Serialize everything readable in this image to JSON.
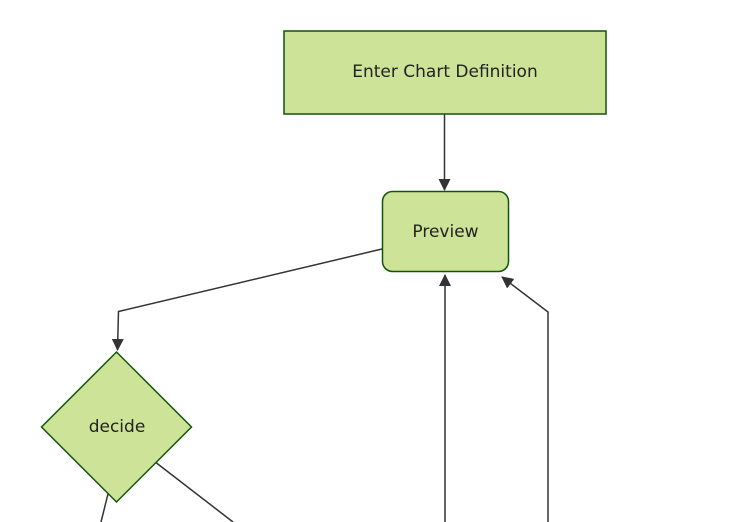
{
  "diagram": {
    "type": "flowchart",
    "background": "#ffffff",
    "colors": {
      "node_fill": "#cde498",
      "node_border": "#13540c",
      "edge": "#333333",
      "text": "#222222"
    },
    "nodes": [
      {
        "id": "definition",
        "label": "Enter Chart Definition",
        "shape": "rectangle"
      },
      {
        "id": "preview",
        "label": "Preview",
        "shape": "rounded-rectangle"
      },
      {
        "id": "decide",
        "label": "decide",
        "shape": "diamond"
      }
    ],
    "edges": [
      {
        "from": "Enter Chart Definition",
        "to": "Preview",
        "arrowhead": true
      },
      {
        "from": "Preview",
        "to": "decide",
        "arrowhead": true
      },
      {
        "from": "offscreen-bottom",
        "to": "Preview (bottom)",
        "arrowhead": true
      },
      {
        "from": "offscreen-bottom",
        "to": "Preview (bottom-right corner)",
        "arrowhead": true
      },
      {
        "from": "decide",
        "to": "offscreen-bottom-left",
        "arrowhead": false
      },
      {
        "from": "decide",
        "to": "offscreen-bottom-right",
        "arrowhead": false
      }
    ]
  }
}
